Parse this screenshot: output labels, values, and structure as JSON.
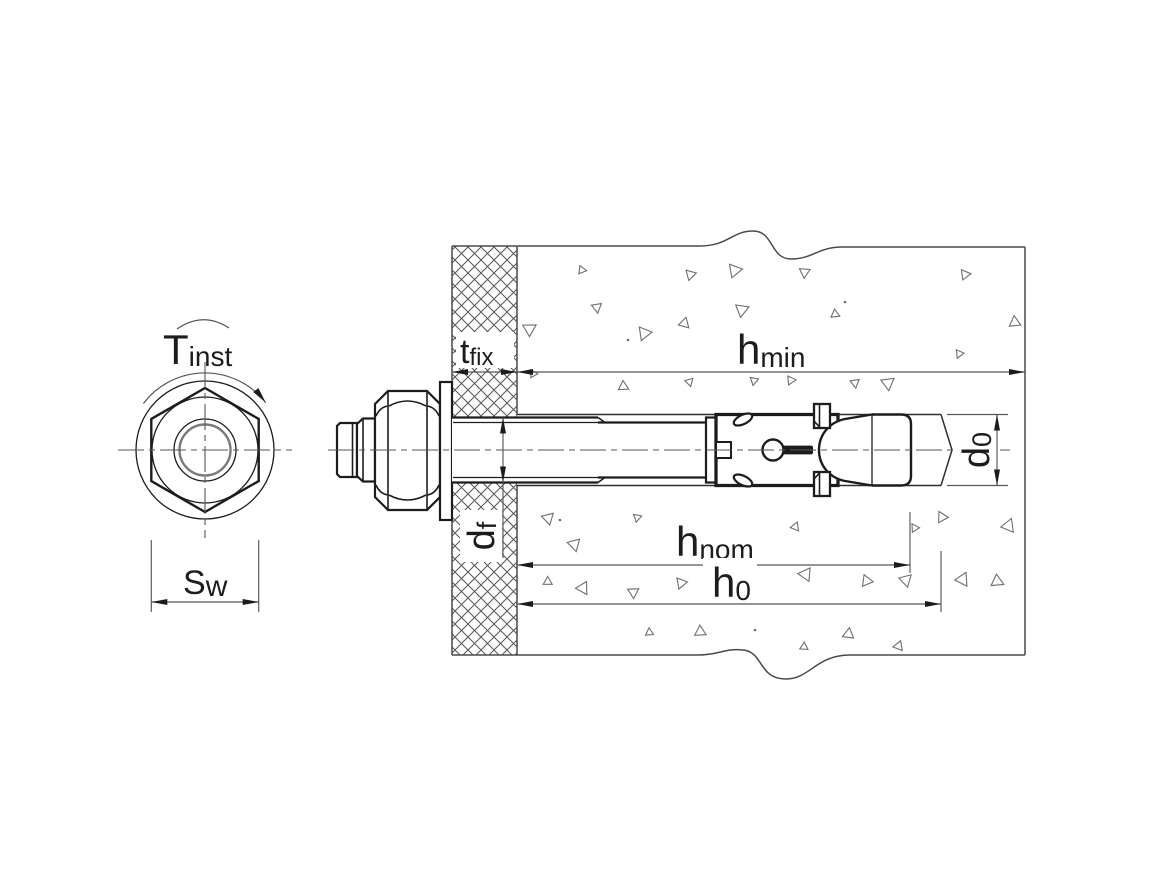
{
  "labels": {
    "torque": {
      "main": "T",
      "sub": "inst"
    },
    "wrench": {
      "main": "S",
      "sub": "w"
    },
    "tfix": {
      "main": "t",
      "sub": "fix"
    },
    "hmin": {
      "main": "h",
      "sub": "min"
    },
    "df": {
      "main": "d",
      "sub": "f"
    },
    "hnom": {
      "main": "h",
      "sub": "nom"
    },
    "h0": {
      "main": "h",
      "sub": "0"
    },
    "d0": {
      "main": "d",
      "sub": "0"
    }
  },
  "colors": {
    "ink": "#1c1c1c",
    "dimline": "#565656",
    "blockline": "#4a4a4a",
    "hatch": "#555555",
    "agg": "#6e6e6e",
    "bg": "#ffffff"
  }
}
